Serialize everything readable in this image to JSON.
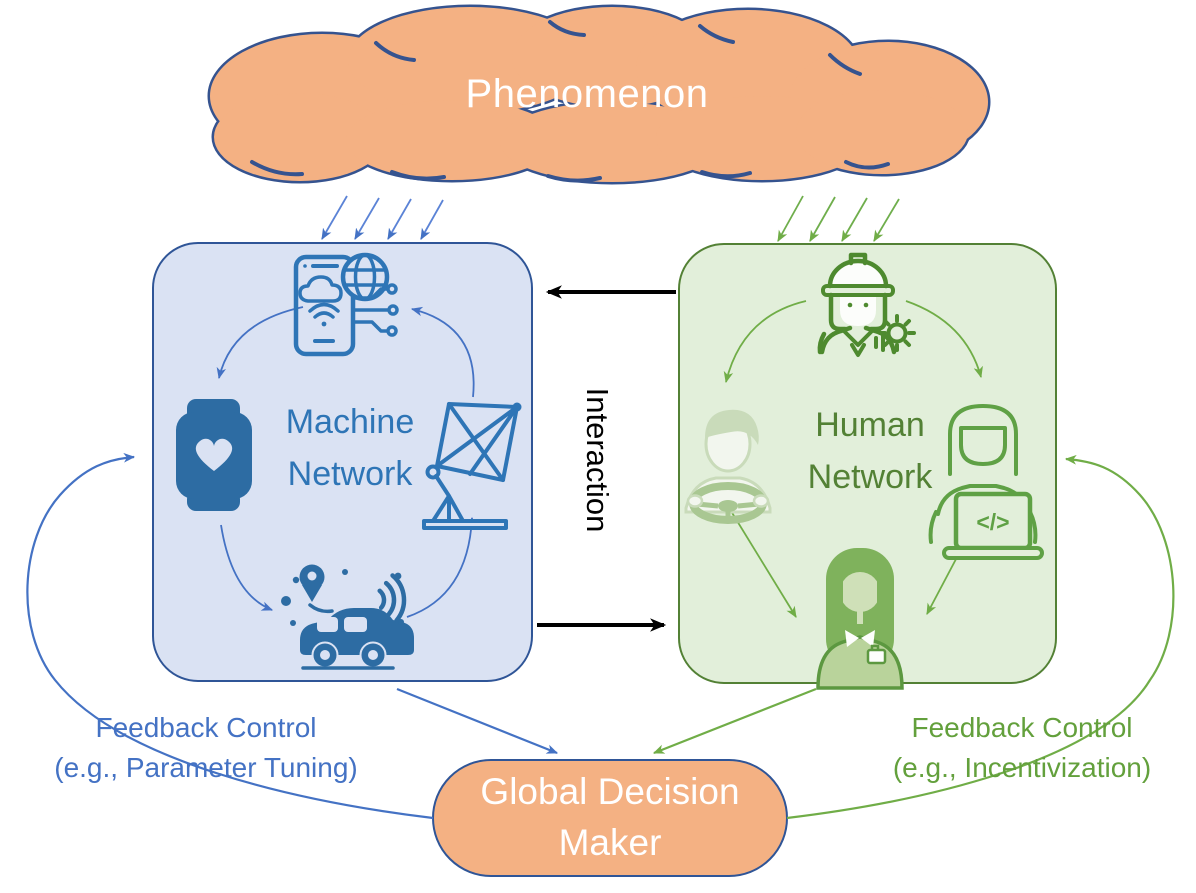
{
  "colors": {
    "cloud_fill": "#F4B183",
    "cloud_stroke": "#35538F",
    "machine_box_fill": "#DAE2F3",
    "machine_box_stroke": "#2F5597",
    "machine_text": "#2E75B6",
    "machine_arrow": "#4472C4",
    "human_box_fill": "#E2EFDA",
    "human_box_stroke": "#538135",
    "human_text": "#538135",
    "human_arrow": "#70AD47",
    "interaction_arrow": "#000000",
    "gdm_fill": "#F4B183",
    "gdm_stroke": "#2F5597",
    "feedback_left_text": "#4472C4",
    "feedback_right_text": "#63A03C"
  },
  "cloud": {
    "label": "Phenomenon"
  },
  "machine_network": {
    "label": "Machine\nNetwork",
    "icons": [
      {
        "name": "smartphone-iot-icon"
      },
      {
        "name": "smartwatch-heart-icon"
      },
      {
        "name": "satellite-antenna-icon"
      },
      {
        "name": "connected-car-icon"
      }
    ]
  },
  "human_network": {
    "label": "Human\nNetwork",
    "laptop_code_glyph": "</>",
    "icons": [
      {
        "name": "worker-hardhat-icon"
      },
      {
        "name": "driver-icon"
      },
      {
        "name": "laptop-woman-icon"
      },
      {
        "name": "nurse-icon"
      }
    ]
  },
  "interaction": {
    "label": "Interaction"
  },
  "global_decision_maker": {
    "label": "Global Decision\nMaker"
  },
  "feedback_left": {
    "label": "Feedback Control\n(e.g., Parameter Tuning)"
  },
  "feedback_right": {
    "label": "Feedback Control\n(e.g., Incentivization)"
  }
}
